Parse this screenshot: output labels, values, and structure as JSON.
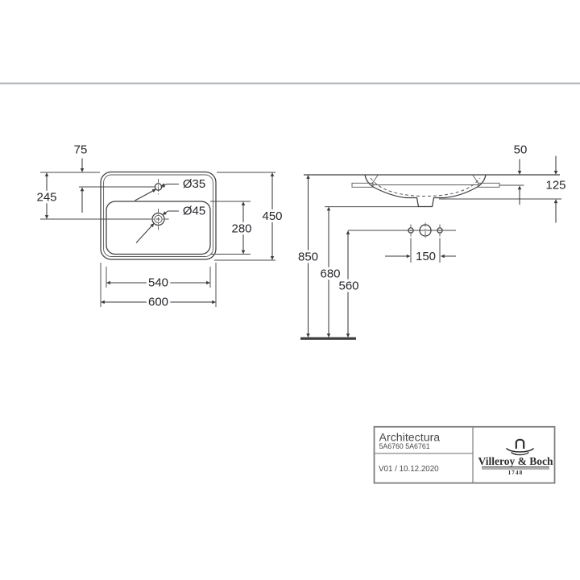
{
  "plan_view": {
    "dimensions": {
      "tap_offset": "75",
      "drain_offset": "245",
      "tap_hole_diameter": "Ø35",
      "drain_diameter": "Ø45",
      "bowl_depth": "280",
      "overall_depth": "450",
      "bowl_width": "540",
      "overall_width": "600"
    }
  },
  "front_view": {
    "dimensions": {
      "rim_above_counter": "50",
      "installation_depth": "125",
      "rim_height": "850",
      "underside_height": "680",
      "fixing_holes_height": "560",
      "fixing_holes_spacing": "150"
    }
  },
  "title_block": {
    "product_name": "Architectura",
    "article_numbers": "5A6760 5A6761",
    "version_date": "V01 / 10.12.2020",
    "brand_name": "Villeroy & Boch",
    "brand_year": "1748"
  },
  "colors": {
    "line": "#3d3d40",
    "dimension_text": "#26262c",
    "separator_line": "#b2b6b8",
    "title_block_border": "#7e7e80",
    "title_block_text": "#48484a"
  }
}
